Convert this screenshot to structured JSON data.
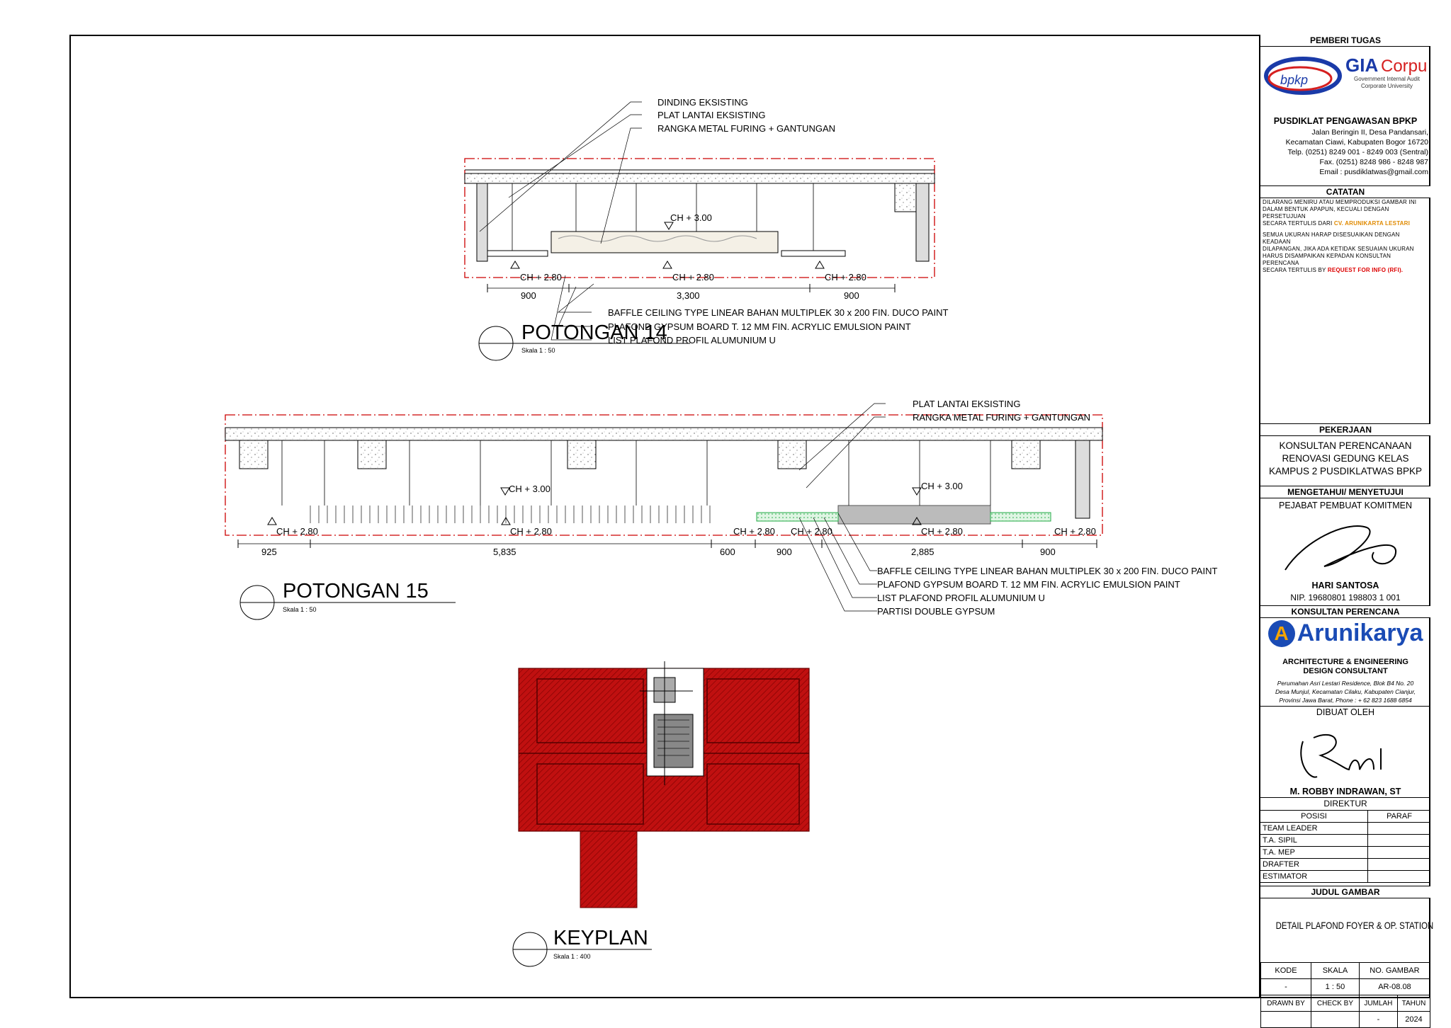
{
  "potongan14": {
    "title": "POTONGAN 14",
    "scale": "Skala 1 : 50",
    "labels_top": [
      "DINDING EKSISTING",
      "PLAT LANTAI EKSISTING",
      "RANGKA METAL FURING + GANTUNGAN"
    ],
    "labels_bottom": [
      "BAFFLE CEILING TYPE LINEAR BAHAN MULTIPLEK 30 x 200 FIN. DUCO PAINT",
      "PLAFOND GYPSUM BOARD T. 12 MM FIN. ACRYLIC EMULSION PAINT",
      "LIST PLAFOND PROFIL ALUMUNIUM U"
    ],
    "ch_high": "CH + 3.00",
    "ch_low": "CH + 2.80",
    "dims": [
      "900",
      "3,300",
      "900"
    ]
  },
  "potongan15": {
    "title": "POTONGAN 15",
    "scale": "Skala 1 : 50",
    "labels_top": [
      "PLAT LANTAI EKSISTING",
      "RANGKA METAL FURING + GANTUNGAN"
    ],
    "labels_bottom": [
      "BAFFLE CEILING TYPE LINEAR BAHAN MULTIPLEK 30 x 200 FIN. DUCO PAINT",
      "PLAFOND GYPSUM BOARD T. 12 MM FIN. ACRYLIC EMULSION PAINT",
      "LIST PLAFOND PROFIL ALUMUNIUM U",
      "PARTISI DOUBLE GYPSUM"
    ],
    "ch_high": "CH + 3.00",
    "ch_low": "CH + 2.80",
    "dims": [
      "925",
      "5,835",
      "600",
      "900",
      "2,885",
      "900"
    ]
  },
  "keyplan": {
    "title": "KEYPLAN",
    "scale": "Skala 1 : 400"
  },
  "titleblock": {
    "pemberi_tugas": "PEMBERI TUGAS",
    "logo_bpkp": "bpkp",
    "logo_gia_a": "GIA",
    "logo_gia_b": "Corpu",
    "logo_gia_sub1": "Government Internal Audit",
    "logo_gia_sub2": "Corporate University",
    "client_name": "PUSDIKLAT PENGAWASAN BPKP",
    "client_addr": [
      "Jalan Beringin II, Desa Pandansari,",
      "Kecamatan Ciawi, Kabupaten Bogor 16720",
      "Telp. (0251) 8249 001 - 8249 003 (Sentral)",
      "Fax. (0251) 8248 986 - 8248 987",
      "Email : pusdiklatwas@gmail.com"
    ],
    "catatan": "CATATAN",
    "note1_a": "DILARANG MENIRU ATAU MEMPRODUKSI GAMBAR INI",
    "note1_b": "DALAM BENTUK APAPUN, KECUALI DENGAN PERSETUJUAN",
    "note1_c": "SECARA TERTULIS DARI",
    "note1_company": "CV. ARUNIKARTA LESTARI",
    "note2_a": "SEMUA UKURAN HARAP DISESUAIKAN DENGAN KEADAAN",
    "note2_b": "DILAPANGAN, JIKA ADA KETIDAK SESUAIAN UKURAN",
    "note2_c": "HARUS DISAMPAIKAN KEPADAN KONSULTAN PERENCANA",
    "note2_d": "SECARA TERTULIS BY",
    "note2_rfi": "REQUEST FOR INFO (RFI).",
    "pekerjaan": "PEKERJAAN",
    "project": [
      "KONSULTAN PERENCANAAN",
      "RENOVASI GEDUNG KELAS",
      "KAMPUS 2 PUSDIKLATWAS BPKP"
    ],
    "mengetahui": "MENGETAHUI/ MENYETUJUI",
    "ppk": "PEJABAT PEMBUAT KOMITMEN",
    "ppk_name": "HARI SANTOSA",
    "ppk_nip": "NIP. 19680801 198803 1 001",
    "konsultan": "KONSULTAN PERENCANA",
    "consultant_logo_a": "Aruni",
    "consultant_logo_b": "karya",
    "consultant_desc1": "ARCHITECTURE & ENGINEERING",
    "consultant_desc2": "DESIGN CONSULTANT",
    "consultant_addr": [
      "Perumahan Asri Lestari Residence, Blok B4 No. 20",
      "Desa Munjul, Kecamatan Cilaku, Kabupaten Cianjur,",
      "Provinsi Jawa Barat, Phone : + 62 823 1688 6854"
    ],
    "dibuat_oleh": "DIBUAT OLEH",
    "director_name": "M. ROBBY INDRAWAN, ST",
    "director_title": "DIREKTUR",
    "posisi": "POSISI",
    "paraf": "PARAF",
    "positions": [
      "TEAM LEADER",
      "T.A. SIPIL",
      "T.A. MEP",
      "DRAFTER",
      "ESTIMATOR"
    ],
    "judul_gambar": "JUDUL GAMBAR",
    "drawing_title": "DETAIL PLAFOND FOYER & OP. STATION",
    "kode": "KODE",
    "skala": "SKALA",
    "no_gambar": "NO. GAMBAR",
    "kode_val": "-",
    "skala_val": "1 : 50",
    "no_gambar_val": "AR-08.08",
    "drawn_by": "DRAWN BY",
    "check_by": "CHECK BY",
    "jumlah": "JUMLAH",
    "tahun": "TAHUN",
    "drawn_val": "",
    "check_val": "",
    "jumlah_val": "-",
    "tahun_val": "2024"
  },
  "colors": {
    "section_red": "#cc0000",
    "keyplan_red": "#c01010",
    "partition_green": "#22aa44"
  }
}
